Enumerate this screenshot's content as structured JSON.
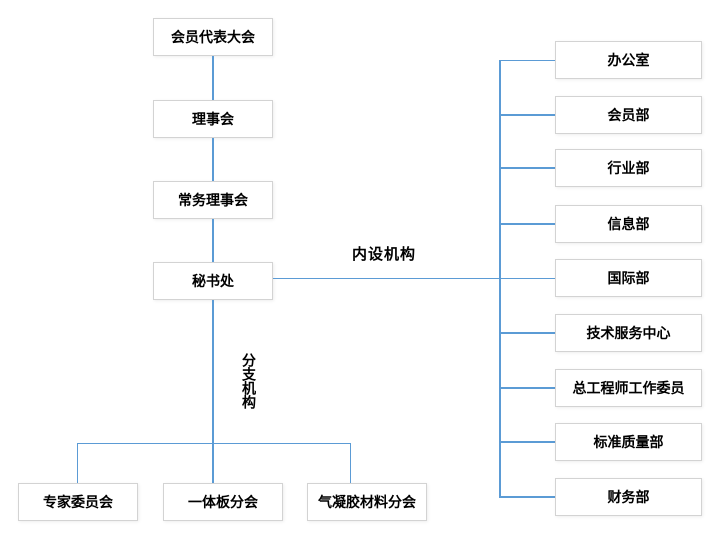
{
  "diagram": {
    "colors": {
      "line": "#5b9bd5",
      "box_border": "#d3d3d3",
      "box_fill": "#ffffff",
      "text": "#000000",
      "background": "#ffffff"
    },
    "main_chain": [
      "会员代表大会",
      "理事会",
      "常务理事会",
      "秘书处"
    ],
    "internal_group": {
      "label": "内设机构",
      "departments": [
        "办公室",
        "会员部",
        "行业部",
        "信息部",
        "国际部",
        "技术服务中心",
        "总工程师工作委员",
        "标准质量部",
        "财务部"
      ]
    },
    "branch_group": {
      "label": "分支机构",
      "branches": [
        "专家委员会",
        "一体板分会",
        "气凝胶材料分会"
      ]
    }
  }
}
